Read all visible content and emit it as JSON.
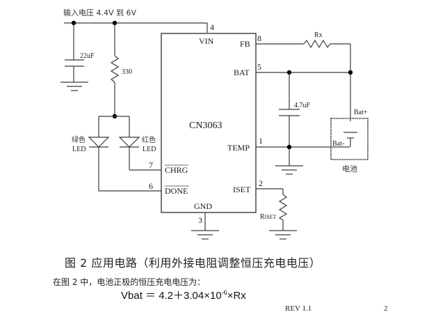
{
  "schematic": {
    "input_label": "输入电压  4.4V 到 6V",
    "chip_name": "CN3063",
    "pins": {
      "vin": {
        "name": "VIN",
        "number": "4"
      },
      "fb": {
        "name": "FB",
        "number": "8"
      },
      "bat": {
        "name": "BAT",
        "number": "5"
      },
      "temp": {
        "name": "TEMP",
        "number": "1"
      },
      "chrg": {
        "name": "CHRG",
        "number": "7"
      },
      "done": {
        "name": "DONE",
        "number": "6"
      },
      "iset": {
        "name": "ISET",
        "number": "2"
      },
      "gnd": {
        "name": "GND",
        "number": "3"
      }
    },
    "components": {
      "c_in": "22uF",
      "r_led": "330",
      "c_bat": "4.7uF",
      "rx": "Rx",
      "riset": "RISET",
      "led_green_line1": "绿色",
      "led_green_line2": "LED",
      "led_red_line1": "红色",
      "led_red_line2": "LED",
      "bat_plus": "Bat+",
      "bat_minus": "Bat-",
      "battery_label": "电池"
    }
  },
  "caption": "图 2    应用电路（利用外接电阻调整恒压充电电压）",
  "description": "在图 2 中，电池正极的恒压充电电压为：",
  "formula": {
    "lhs": "Vbat  ＝  4.2＋3.04×10",
    "exponent": "-6",
    "rhs": "×Rx"
  },
  "footer": {
    "revision": "REV 1.1",
    "page_number": "2"
  }
}
